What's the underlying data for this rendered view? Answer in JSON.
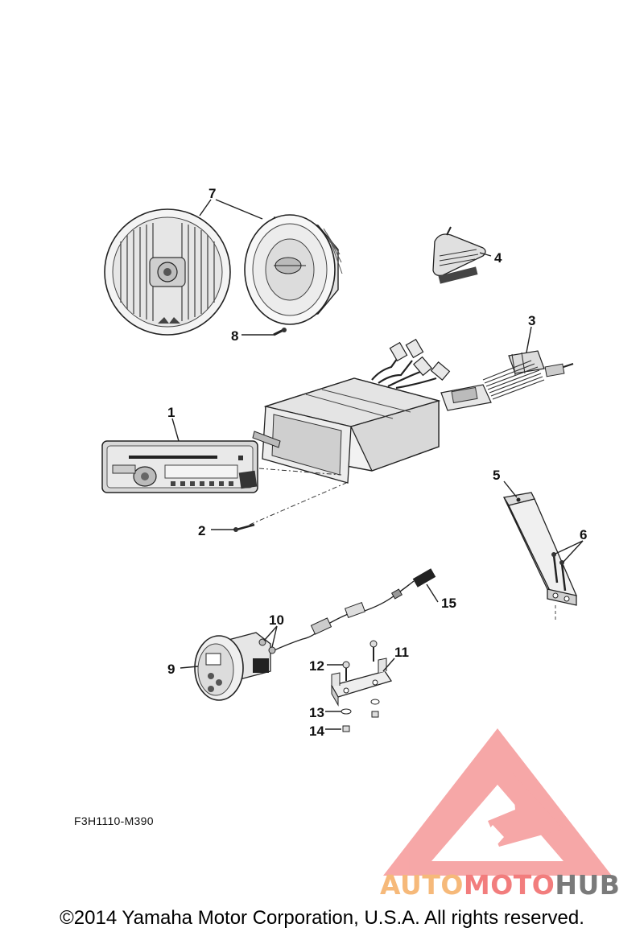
{
  "callouts": {
    "c1": "1",
    "c2": "2",
    "c3": "3",
    "c4": "4",
    "c5": "5",
    "c6": "6",
    "c7": "7",
    "c8": "8",
    "c9": "9",
    "c10": "10",
    "c11": "11",
    "c12": "12",
    "c13": "13",
    "c14": "14",
    "c15": "15"
  },
  "figure_code": "F3H1110-M390",
  "copyright": "©2014 Yamaha Motor Corporation, U.S.A. All rights reserved.",
  "watermark": {
    "part1": "AUTO",
    "part2": "MOTO",
    "part3": "HUB",
    "colors": {
      "auto": "#f6b97a",
      "moto": "#f27d7d",
      "hub": "#7a7a7a"
    }
  },
  "colors": {
    "line": "#222222",
    "radio_body": "#d8d8d8",
    "watermark_triangle": "#f48a8a"
  }
}
